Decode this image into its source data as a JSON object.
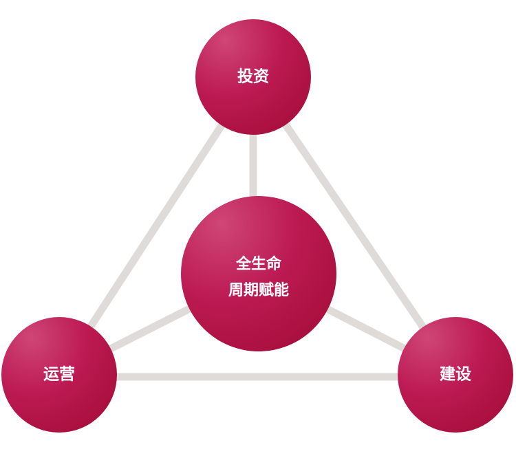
{
  "diagram": {
    "nodes": {
      "top": {
        "label": "投资"
      },
      "left": {
        "label": "运营"
      },
      "right": {
        "label": "建设"
      },
      "center": {
        "line1": "全生命",
        "line2": "周期赋能"
      }
    },
    "colors": {
      "node_fill": "#b8154e",
      "node_highlight": "#cf4675",
      "connector": "#dedbd9",
      "label_text": "#ffffff",
      "background": "#ffffff"
    }
  }
}
